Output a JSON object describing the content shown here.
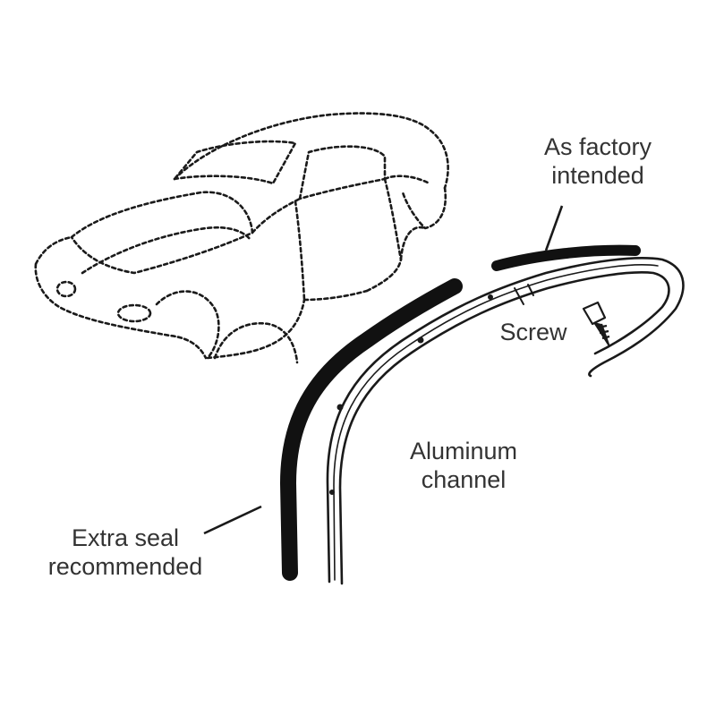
{
  "diagram": {
    "labels": {
      "factory": [
        "As factory",
        "intended"
      ],
      "screw": "Screw",
      "channel": [
        "Aluminum",
        "channel"
      ],
      "seal": [
        "Extra seal",
        "recommended"
      ]
    },
    "colors": {
      "ink": "#1a1a1a",
      "seal": "#111111",
      "text": "#333333",
      "background": "#ffffff"
    }
  }
}
